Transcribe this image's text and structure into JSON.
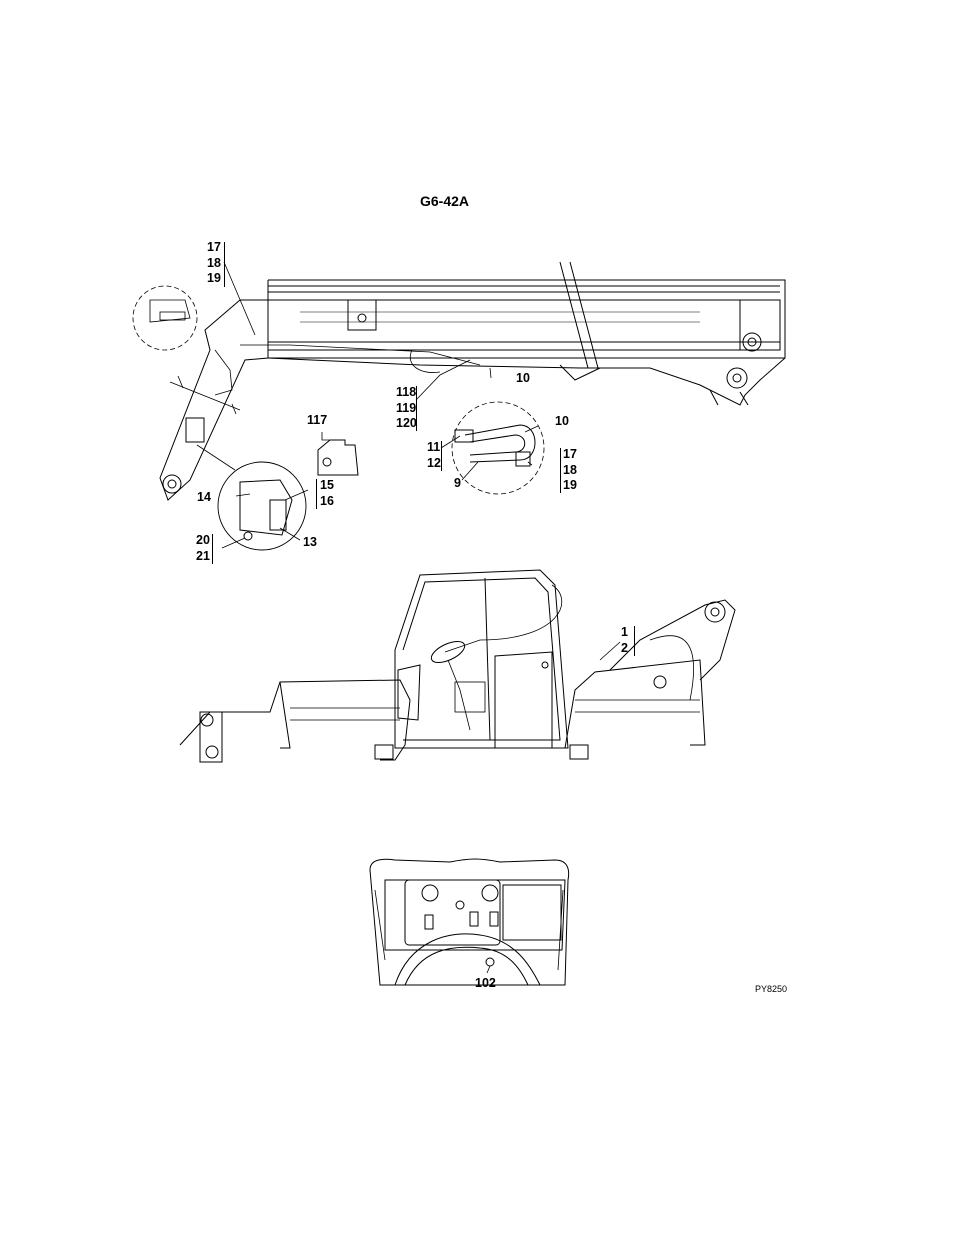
{
  "drawing": {
    "title": "G6-42A",
    "reference_code": "PY8250"
  },
  "callouts": {
    "c_17_18_19_top": [
      "17",
      "18",
      "19"
    ],
    "c_118_119_120": [
      "118",
      "119",
      "120"
    ],
    "c_10_hose": "10",
    "c_117": "117",
    "c_10_detail": "10",
    "c_11_12": [
      "11",
      "12"
    ],
    "c_17_18_19_detail": [
      "17",
      "18",
      "19"
    ],
    "c_9": "9",
    "c_14": "14",
    "c_15_16": [
      "15",
      "16"
    ],
    "c_13": "13",
    "c_20_21": [
      "20",
      "21"
    ],
    "c_1_2": [
      "1",
      "2"
    ],
    "c_102": "102"
  }
}
